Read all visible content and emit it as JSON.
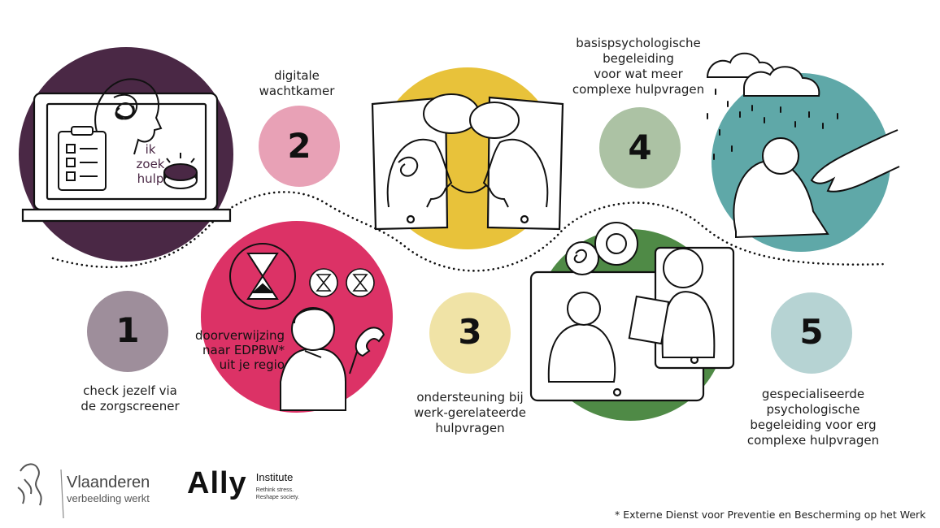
{
  "colors": {
    "purple_dark": "#4a2845",
    "pink": "#e8a1b6",
    "magenta": "#dc3266",
    "yellow": "#e8c23a",
    "yellow_light": "#f0e3a6",
    "green_light": "#acc2a4",
    "green": "#4f8a46",
    "teal": "#5fa8a8",
    "teal_light": "#b6d3d3",
    "grey_purple": "#9e8e9b"
  },
  "steps": [
    {
      "number": "1",
      "label_lines": [
        "check jezelf via",
        "de zorgscreener"
      ]
    },
    {
      "number": "2",
      "label_lines": [
        "digitale",
        "wachtkamer"
      ]
    },
    {
      "number": "3",
      "label_lines": [
        "ondersteuning bij",
        "werk-gerelateerde",
        "hulpvragen"
      ]
    },
    {
      "number": "4",
      "label_lines": [
        "basispsychologische",
        "begeleiding",
        "voor wat meer",
        "complexe hulpvragen"
      ]
    },
    {
      "number": "5",
      "label_lines": [
        "gespecialiseerde",
        "psychologische",
        "begeleiding voor erg",
        "complexe hulpvragen"
      ]
    }
  ],
  "screen_text": {
    "l1": "ik",
    "l2": "zoek",
    "l3": "hulp"
  },
  "referral": {
    "l1": "doorverwijzing",
    "l2": "naar EDPBW*",
    "l3": "uit je regio"
  },
  "logos": {
    "vlaanderen_name": "Vlaanderen",
    "vlaanderen_tagline": "verbeelding werkt",
    "ally_mark": "Ally",
    "ally_institute": "Institute",
    "ally_tag1": "Rethink stress.",
    "ally_tag2": "Reshape society."
  },
  "footnote": "* Externe Dienst voor Preventie en Bescherming op het Werk"
}
